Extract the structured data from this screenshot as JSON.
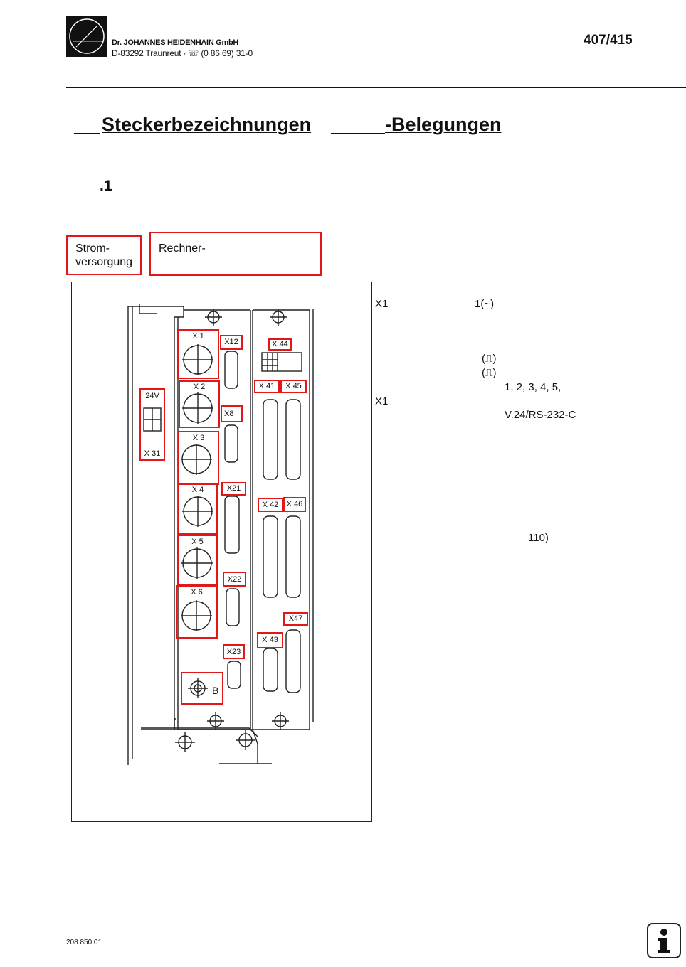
{
  "header": {
    "company_line1": "Dr. JOHANNES HEIDENHAIN GmbH",
    "company_line2": "D-83292 Traunreut · ☏ (0 86 69) 31-0",
    "doc_number": "407/415"
  },
  "title": {
    "part1": "Steckerbezeichnungen",
    "part2": "-Belegungen"
  },
  "section": ".1",
  "labels": {
    "power": "Strom-\nversorgung",
    "computer": "Rechner-"
  },
  "connectors": {
    "x1": "X 1",
    "x2": "X 2",
    "x3": "X 3",
    "x4": "X 4",
    "x5": "X 5",
    "x6": "X 6",
    "x12": "X12",
    "x8": "X8",
    "x21": "X21",
    "x22": "X22",
    "x23": "X23",
    "x44": "X 44",
    "x41": "X 41",
    "x45": "X 45",
    "x42": "X 42",
    "x46": "X 46",
    "x47": "X47",
    "x43": "X 43",
    "x31": "X 31",
    "v24": "24V",
    "b": "B"
  },
  "right_text": {
    "r1_code": "X1",
    "r1_val": "1(~)",
    "r2_val": "(⎍)",
    "r3_val": "(⎍)",
    "r4_val": "1, 2, 3, 4, 5,",
    "r5_code": "X1",
    "r5_val": "V.24/RS-232-C",
    "r6_val": "110)"
  },
  "footer": {
    "code": "208 850 01"
  }
}
